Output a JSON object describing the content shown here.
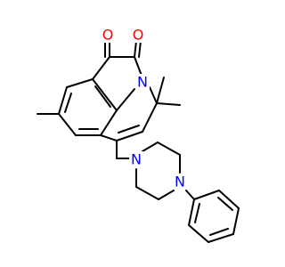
{
  "diagram": {
    "type": "chemical-structure",
    "colors": {
      "bond": "#000000",
      "oxygen": "#ff0000",
      "nitrogen": "#0000ff",
      "background": "#ffffff"
    },
    "atom_labels": {
      "o1": "O",
      "o2": "O",
      "n1": "N",
      "n2": "N",
      "n3": "N"
    }
  }
}
